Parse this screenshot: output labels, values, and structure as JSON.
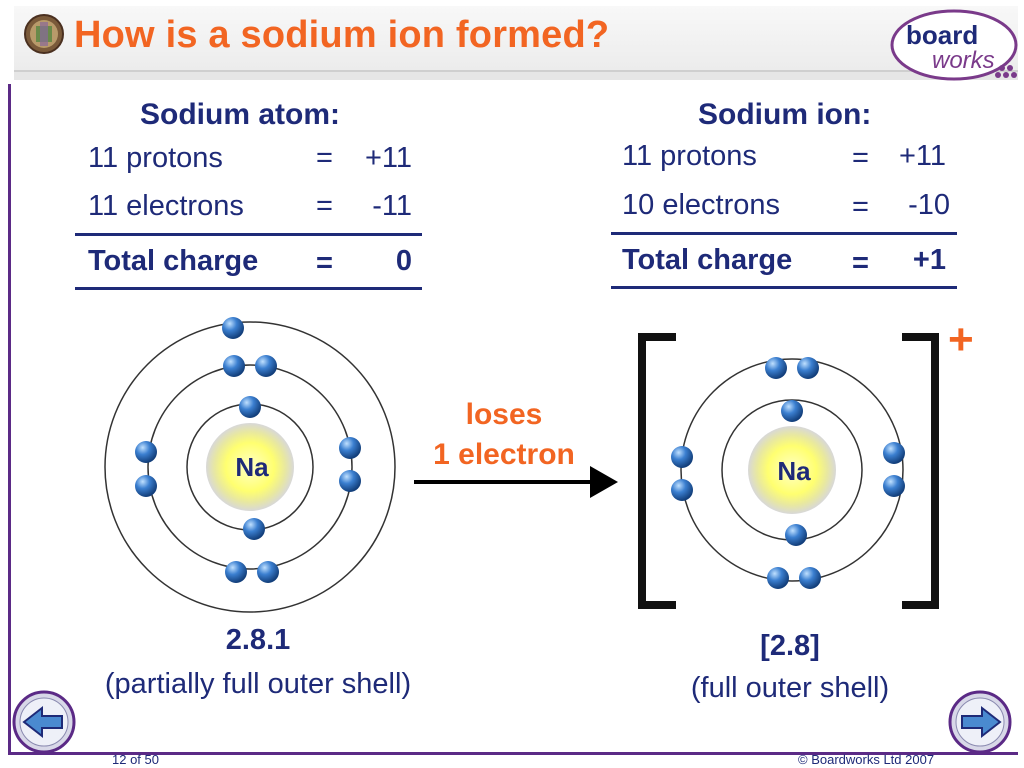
{
  "title": "How is a sodium ion formed?",
  "logo": {
    "line1": "board",
    "line2": "works"
  },
  "atom": {
    "heading": "Sodium atom:",
    "rows": [
      {
        "label": "11 protons",
        "eq": "=",
        "value": "+11"
      },
      {
        "label": "11 electrons",
        "eq": "=",
        "value": "-11"
      }
    ],
    "total": {
      "label": "Total charge",
      "eq": "=",
      "value": "0"
    },
    "nucleus": "Na",
    "config": "2.8.1",
    "note": "(partially full outer shell)"
  },
  "ion": {
    "heading": "Sodium ion:",
    "rows": [
      {
        "label": "11 protons",
        "eq": "=",
        "value": "+11"
      },
      {
        "label": "10 electrons",
        "eq": "=",
        "value": "-10"
      }
    ],
    "total": {
      "label": "Total charge",
      "eq": "=",
      "value": "+1"
    },
    "nucleus": "Na",
    "charge_sign": "+",
    "config": "[2.8]",
    "note": "(full outer shell)"
  },
  "arrow": {
    "line1": "loses",
    "line2": "1 electron"
  },
  "footer": {
    "page": "12 of 50",
    "copyright": "© Boardworks Ltd 2007"
  },
  "colors": {
    "title": "#f26522",
    "text": "#1e2a78",
    "frame": "#5b2a86",
    "electron": "#3b7fd0"
  }
}
